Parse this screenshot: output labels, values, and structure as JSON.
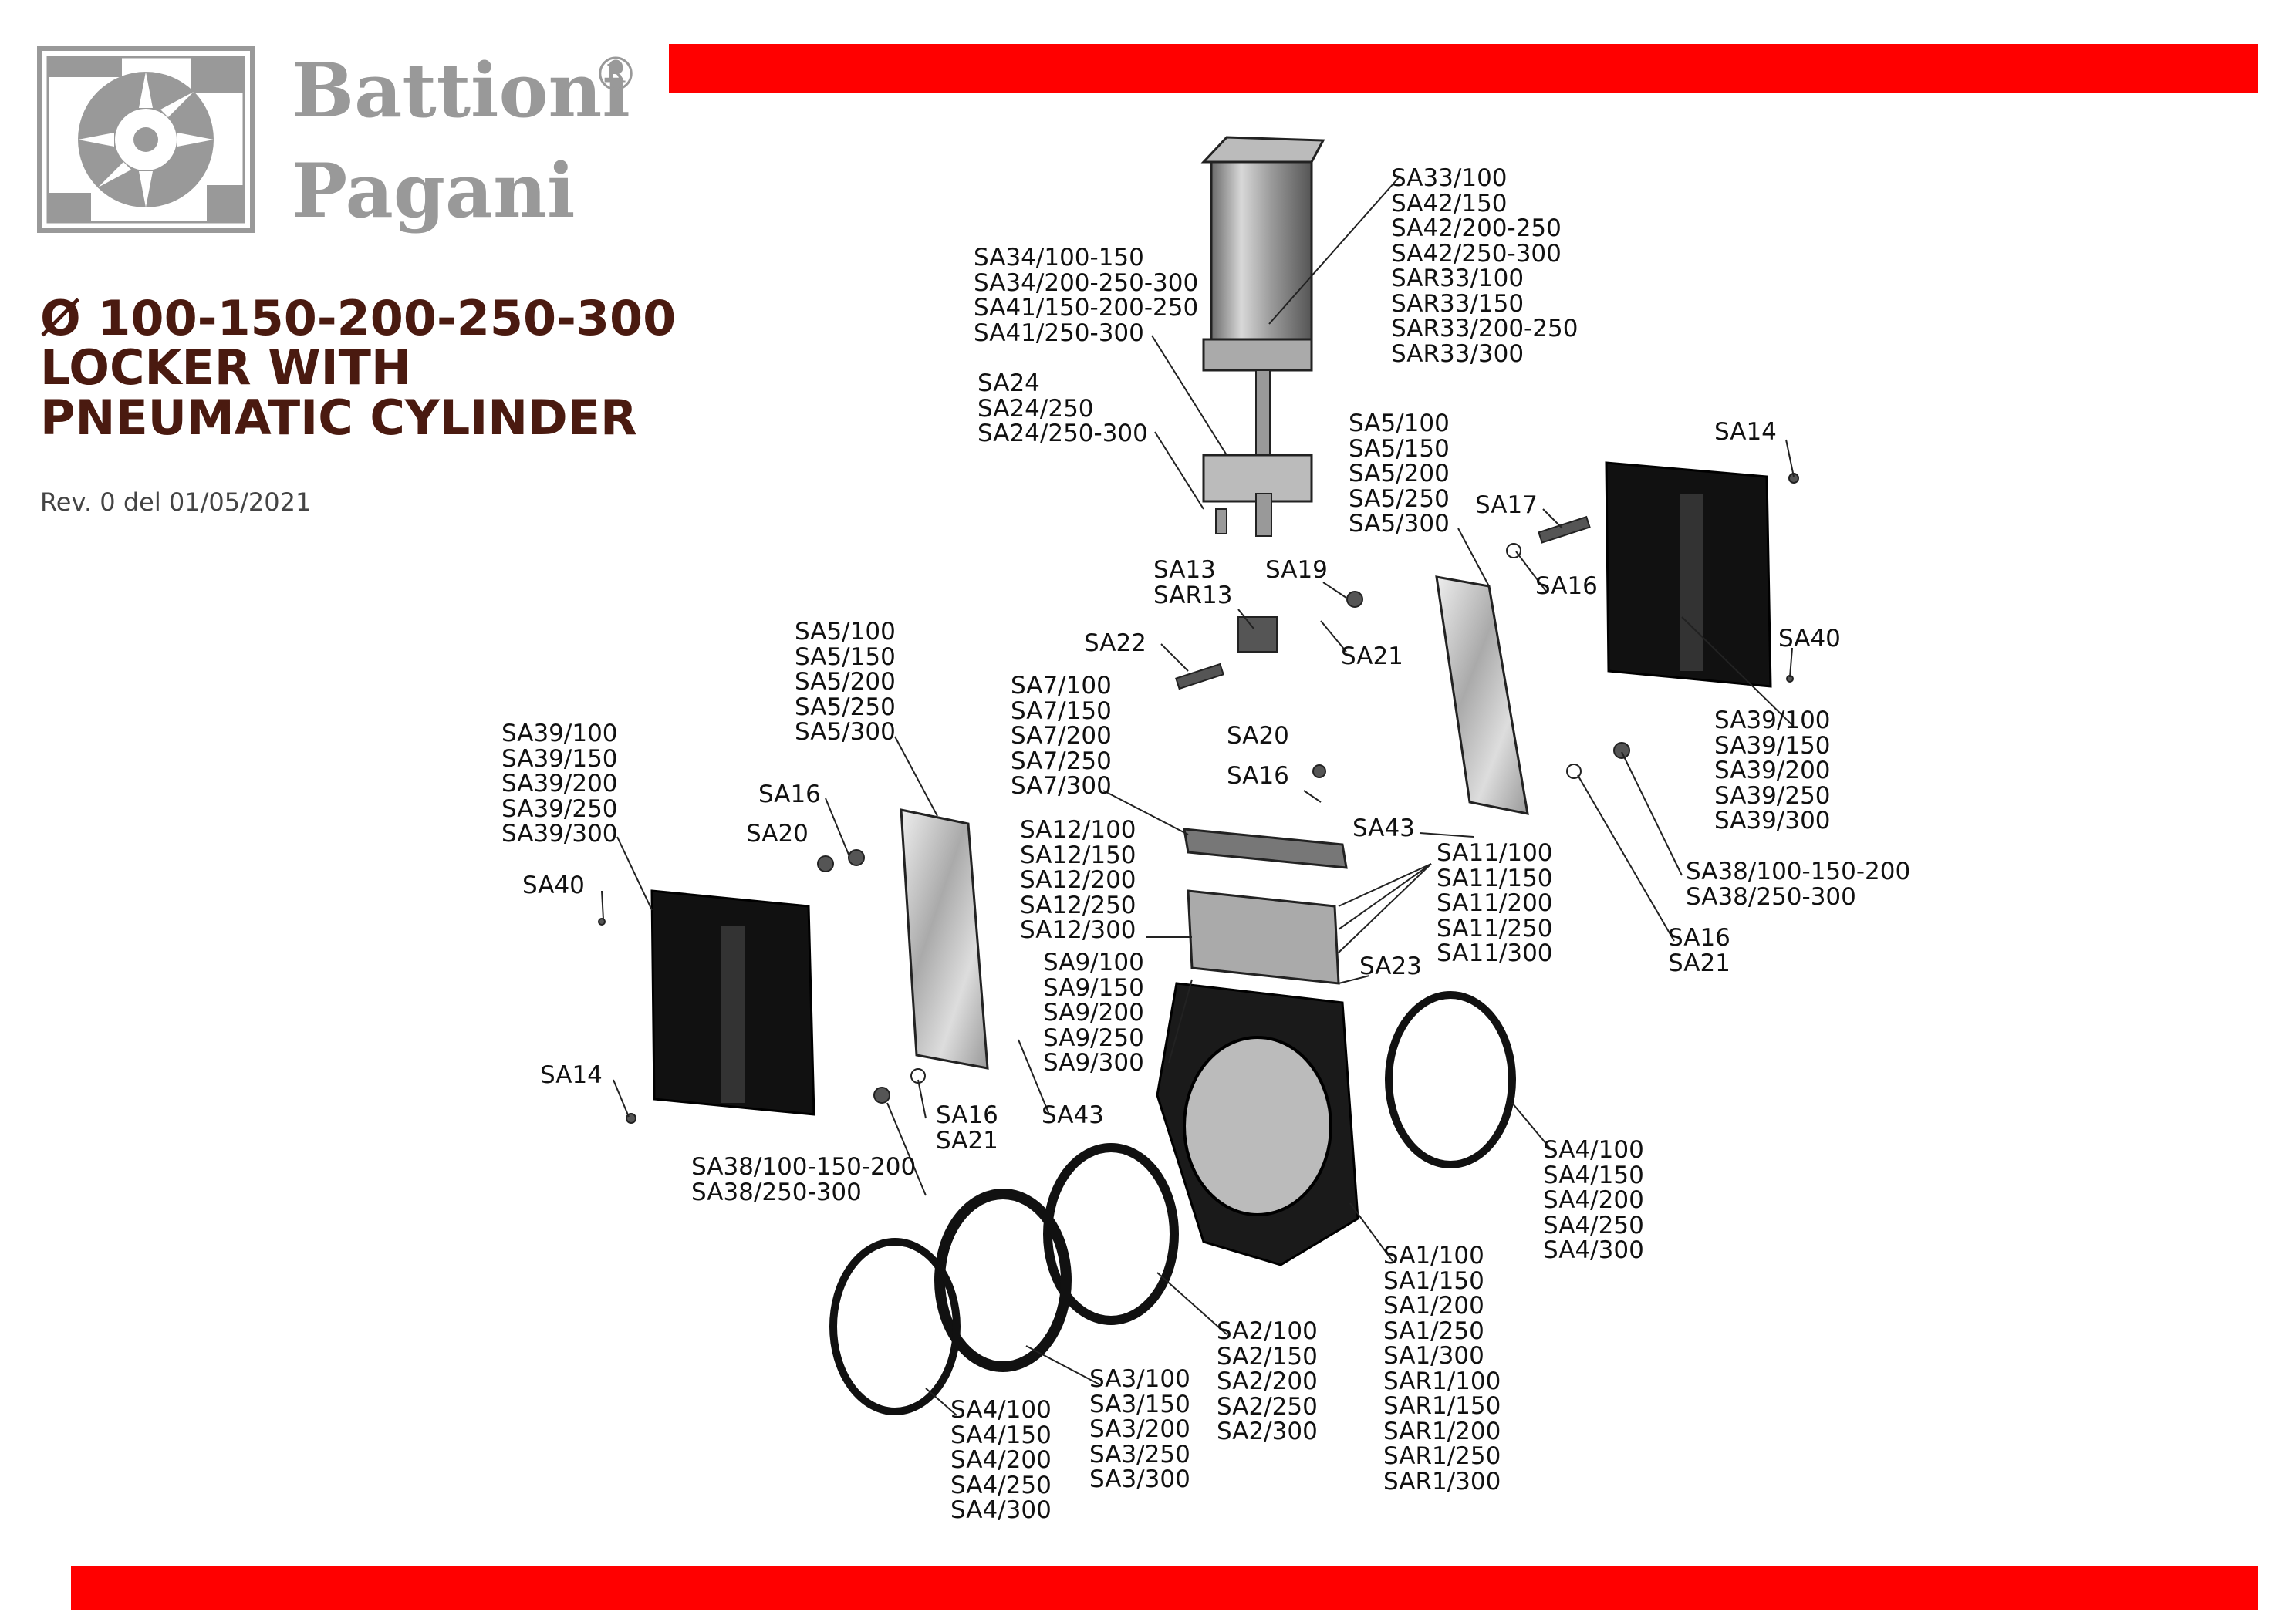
{
  "brand": {
    "line1": "Battioni",
    "line2": "Pagani",
    "registered": "®"
  },
  "title": {
    "line1": "Ø 100-150-200-250-300",
    "line2": "LOCKER WITH",
    "line3": "PNEUMATIC CYLINDER"
  },
  "revision": "Rev. 0 del 01/05/2021",
  "colors": {
    "accent": "#ff0000",
    "title": "#4a1a10",
    "logo_gray": "#999999"
  },
  "callouts": [
    {
      "lines": [
        "SA33/100",
        "SA42/150",
        "SA42/200-250",
        "SA42/250-300",
        "SAR33/100",
        "SAR33/150",
        "SAR33/200-250",
        "SAR33/300"
      ]
    },
    {
      "lines": [
        "SA34/100-150",
        "SA34/200-250-300",
        "SA41/150-200-250",
        "SA41/250-300"
      ]
    },
    {
      "lines": [
        "SA24",
        "SA24/250",
        "SA24/250-300"
      ]
    },
    {
      "lines": [
        "SA5/100",
        "SA5/150",
        "SA5/200",
        "SA5/250",
        "SA5/300"
      ]
    },
    {
      "lines": [
        "SA14"
      ]
    },
    {
      "lines": [
        "SA17"
      ]
    },
    {
      "lines": [
        "SA16"
      ]
    },
    {
      "lines": [
        "SA13",
        "SAR13"
      ]
    },
    {
      "lines": [
        "SA19"
      ]
    },
    {
      "lines": [
        "SA21"
      ]
    },
    {
      "lines": [
        "SA22"
      ]
    },
    {
      "lines": [
        "SA40"
      ]
    },
    {
      "lines": [
        "SA5/100",
        "SA5/150",
        "SA5/200",
        "SA5/250",
        "SA5/300"
      ]
    },
    {
      "lines": [
        "SA7/100",
        "SA7/150",
        "SA7/200",
        "SA7/250",
        "SA7/300"
      ]
    },
    {
      "lines": [
        "SA20"
      ]
    },
    {
      "lines": [
        "SA16"
      ]
    },
    {
      "lines": [
        "SA39/100",
        "SA39/150",
        "SA39/200",
        "SA39/250",
        "SA39/300"
      ]
    },
    {
      "lines": [
        "SA39/100",
        "SA39/150",
        "SA39/200",
        "SA39/250",
        "SA39/300"
      ]
    },
    {
      "lines": [
        "SA16"
      ]
    },
    {
      "lines": [
        "SA20"
      ]
    },
    {
      "lines": [
        "SA43"
      ]
    },
    {
      "lines": [
        "SA40"
      ]
    },
    {
      "lines": [
        "SA12/100",
        "SA12/150",
        "SA12/200",
        "SA12/250",
        "SA12/300"
      ]
    },
    {
      "lines": [
        "SA11/100",
        "SA11/150",
        "SA11/200",
        "SA11/250",
        "SA11/300"
      ]
    },
    {
      "lines": [
        "SA38/100-150-200",
        "SA38/250-300"
      ]
    },
    {
      "lines": [
        "SA16",
        "SA21"
      ]
    },
    {
      "lines": [
        "SA23"
      ]
    },
    {
      "lines": [
        "SA9/100",
        "SA9/150",
        "SA9/200",
        "SA9/250",
        "SA9/300"
      ]
    },
    {
      "lines": [
        "SA14"
      ]
    },
    {
      "lines": [
        "SA16",
        "SA21"
      ]
    },
    {
      "lines": [
        "SA43"
      ]
    },
    {
      "lines": [
        "SA4/100",
        "SA4/150",
        "SA4/200",
        "SA4/250",
        "SA4/300"
      ]
    },
    {
      "lines": [
        "SA38/100-150-200",
        "SA38/250-300"
      ]
    },
    {
      "lines": [
        "SA1/100",
        "SA1/150",
        "SA1/200",
        "SA1/250",
        "SA1/300",
        "SAR1/100",
        "SAR1/150",
        "SAR1/200",
        "SAR1/250",
        "SAR1/300"
      ]
    },
    {
      "lines": [
        "SA2/100",
        "SA2/150",
        "SA2/200",
        "SA2/250",
        "SA2/300"
      ]
    },
    {
      "lines": [
        "SA3/100",
        "SA3/150",
        "SA3/200",
        "SA3/250",
        "SA3/300"
      ]
    },
    {
      "lines": [
        "SA4/100",
        "SA4/150",
        "SA4/200",
        "SA4/250",
        "SA4/300"
      ]
    }
  ]
}
